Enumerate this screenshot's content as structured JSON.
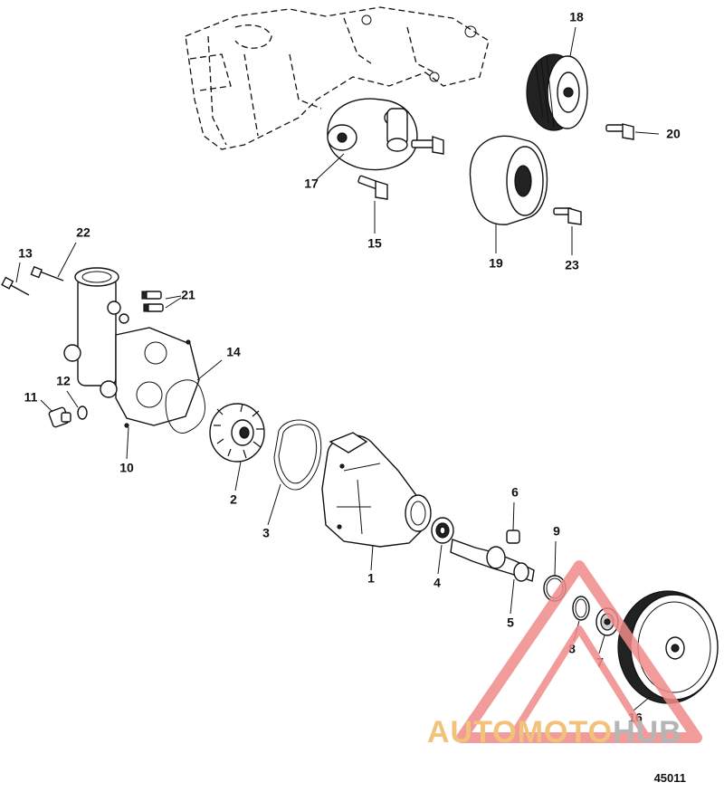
{
  "callouts": {
    "c1": "1",
    "c2": "2",
    "c3": "3",
    "c4": "4",
    "c5": "5",
    "c6": "6",
    "c7": "7",
    "c8": "8",
    "c9": "9",
    "c10": "10",
    "c11": "11",
    "c12": "12",
    "c13": "13",
    "c14": "14",
    "c15": "15",
    "c16": "16",
    "c17": "17",
    "c18": "18",
    "c19": "19",
    "c20": "20",
    "c21": "21",
    "c22": "22",
    "c23": "23"
  },
  "figure_number": "45011",
  "watermark": {
    "part1": "AUTOMOTO",
    "part2": "HUB",
    "color_primary": "#f3c27a",
    "color_secondary": "#b5b5b5",
    "triangle_color": "#f08a8a"
  }
}
